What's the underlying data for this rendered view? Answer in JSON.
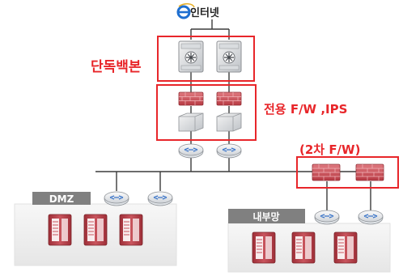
{
  "internet": {
    "label": "인터넷",
    "icon": "internet-explorer-icon"
  },
  "labels": {
    "backbone": "단독백본",
    "fw_ips": "전용 F/W ,IPS",
    "second_fw": "(2차 F/W)"
  },
  "zones": {
    "dmz": "DMZ",
    "internal": "내부망"
  },
  "colors": {
    "highlight_red": "#e8262a",
    "firewall_red": "#c8474f",
    "server_red": "#b5424a",
    "zone_gray": "#f0f0f0",
    "tag_gray": "#808080"
  }
}
